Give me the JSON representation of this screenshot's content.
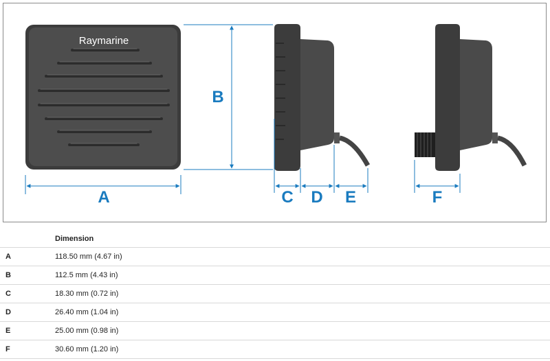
{
  "figure": {
    "brand": "Raymarine",
    "labels": [
      "A",
      "B",
      "C",
      "D",
      "E",
      "F"
    ],
    "colors": {
      "dimension": "#1a7bbf",
      "device": "#4f4f4f",
      "device_dark": "#3a3a3a"
    }
  },
  "table": {
    "header": [
      "",
      "Dimension"
    ],
    "rows": [
      {
        "label": "A",
        "value": "118.50 mm (4.67 in)"
      },
      {
        "label": "B",
        "value": "112.5 mm (4.43 in)"
      },
      {
        "label": "C",
        "value": "18.30 mm (0.72 in)"
      },
      {
        "label": "D",
        "value": "26.40 mm (1.04 in)"
      },
      {
        "label": "E",
        "value": "25.00 mm (0.98 in)"
      },
      {
        "label": "F",
        "value": "30.60 mm (1.20 in)"
      }
    ]
  }
}
